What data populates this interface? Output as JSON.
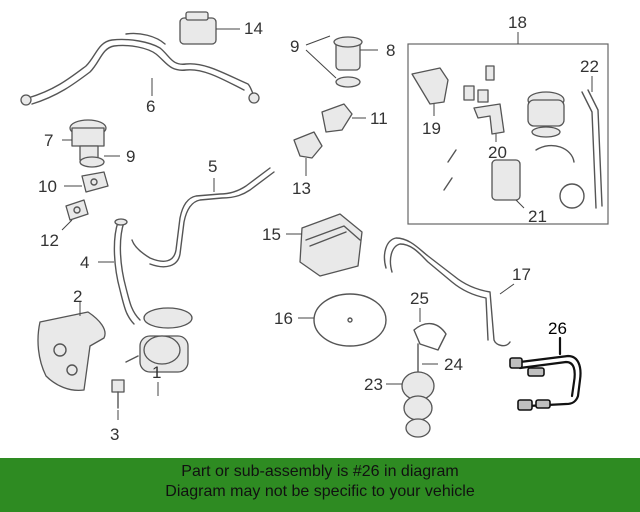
{
  "diagram": {
    "callouts": [
      "1",
      "2",
      "3",
      "4",
      "5",
      "6",
      "7",
      "8",
      "9",
      "9",
      "10",
      "11",
      "12",
      "13",
      "14",
      "15",
      "16",
      "17",
      "18",
      "19",
      "20",
      "21",
      "22",
      "23",
      "24",
      "25",
      "26"
    ],
    "highlighted_part": "26"
  },
  "banner": {
    "line1": "Part or sub-assembly is #26 in diagram",
    "line2": "Diagram may not be specific to your vehicle"
  },
  "colors": {
    "banner_bg": "#2e8b22",
    "highlight": "#111111",
    "line_art": "#555555"
  }
}
